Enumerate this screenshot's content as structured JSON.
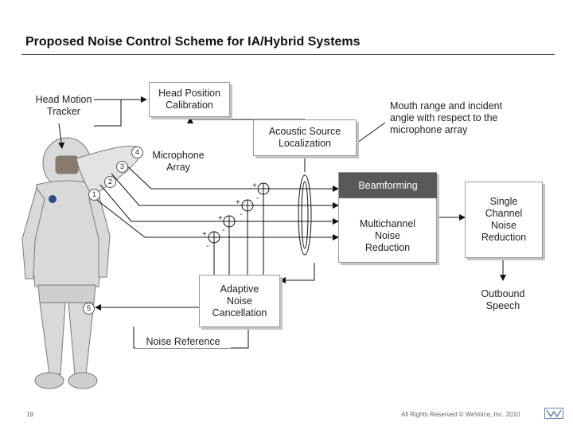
{
  "slide": {
    "title": "Proposed Noise Control Scheme for IA/Hybrid Systems",
    "page_number": "19",
    "copyright": "All Rights Reserved © WeVoice, Inc. 2010"
  },
  "labels": {
    "head_motion_tracker": "Head Motion\nTracker",
    "head_position_calibration": "Head Position\nCalibration",
    "acoustic_source_localization": "Acoustic Source\nLocalization",
    "mouth_range": "Mouth range and incident\nangle with respect to the\nmicrophone array",
    "microphone_array": "Microphone\nArray",
    "beamforming": "Beamforming",
    "multichannel_noise_reduction": "Multichannel\nNoise\nReduction",
    "single_channel_noise_reduction": "Single\nChannel\nNoise\nReduction",
    "adaptive_noise_cancellation": "Adaptive\nNoise\nCancellation",
    "outbound_speech": "Outbound\nSpeech",
    "noise_reference": "Noise Reference"
  },
  "microphones": [
    "1",
    "2",
    "3",
    "4",
    "5"
  ],
  "summing_signs": {
    "plus": "+",
    "minus": "-"
  },
  "colors": {
    "beamforming_fill": "#595959",
    "box_border": "#9a9a9a",
    "line": "#111111"
  }
}
